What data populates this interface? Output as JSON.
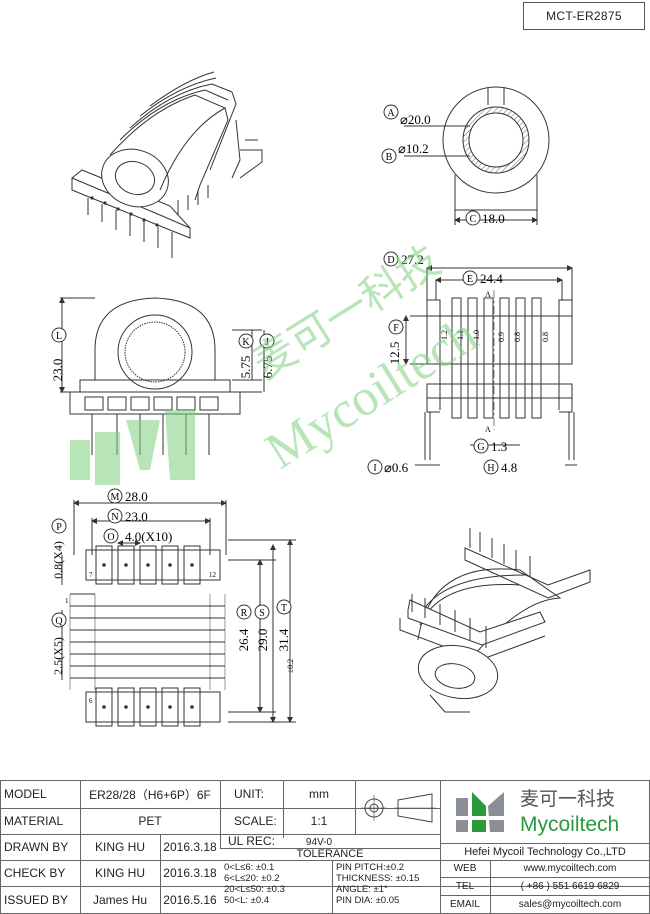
{
  "part_code": "MCT-ER2875",
  "labels": {
    "A": "A",
    "A_val": "⌀20.0",
    "B": "B",
    "B_val": "⌀10.2",
    "C": "C",
    "C_val": "18.0",
    "D": "D",
    "D_val": "27.2",
    "E": "E",
    "E_val": "24.4",
    "F": "F",
    "F_val": "12.5",
    "G": "G",
    "G_val": "1.3",
    "H": "H",
    "H_val": "4.8",
    "I": "I",
    "I_val": "⌀0.6",
    "J": "J",
    "J_val": "6.75",
    "K": "K",
    "K_val": "5.75",
    "L": "L",
    "L_val": "23.0",
    "M": "M",
    "M_val": "28.0",
    "N": "N",
    "N_val": "23.0",
    "O": "O",
    "O_val": "4.0(X10)",
    "P": "P",
    "P_val": "0.8(X4)",
    "Q": "Q",
    "Q_val": "2.5(X5)",
    "R": "R",
    "R_val": "26.4",
    "S": "S",
    "S_val": "29.0",
    "T": "T",
    "T_val": "31.4",
    "T_tol": "±0.2",
    "slot_1": "1.2",
    "slot_2": "1.1",
    "slot_3": "1.0",
    "slot_4": "0.9",
    "slot_5": "0.8",
    "slot_6": "0.8",
    "section_a": "A",
    "section_a2": "A",
    "pin_7": "7",
    "pin_12": "12",
    "pin_1": "1",
    "pin_6": "6"
  },
  "title_block": {
    "model_label": "MODEL",
    "model_value": "ER28/28（H6+6P）6F",
    "material_label": "MATERIAL",
    "material_value": "PET",
    "drawn_label": "DRAWN BY",
    "drawn_name": "KING HU",
    "drawn_date": "2016.3.18",
    "check_label": "CHECK BY",
    "check_name": "KING HU",
    "check_date": "2016.3.18",
    "issued_label": "ISSUED BY",
    "issued_name": "James Hu",
    "issued_date": "2016.5.16",
    "unit_label": "UNIT:",
    "unit_value": "mm",
    "scale_label": "SCALE:",
    "scale_value": "1:1",
    "ulrec_label": "UL REC:",
    "ulrec_value": "94V-0",
    "tolerance_label": "TOLERANCE",
    "tol_1": "0<L≤6:  ±0.1",
    "tol_2": "6<L≤20: ±0.2",
    "tol_3": "20<L≤50: ±0.3",
    "tol_4": "50<L:  ±0.4",
    "tol_5": "PIN PITCH:±0.2",
    "tol_6": "THICKNESS: ±0.15",
    "tol_7": "ANGLE: ±1°",
    "tol_8": "PIN DIA: ±0.05",
    "brand_cn": "麦可一科技",
    "brand_en": "Mycoiltech",
    "company": "Hefei Mycoil Technology Co.,LTD",
    "web_label": "WEB",
    "web_value": "www.mycoiltech.com",
    "tel_label": "TEL",
    "tel_value": "( +86 ) 551 6619 6829",
    "email_label": "EMAIL",
    "email_value": "sales@mycoiltech.com"
  },
  "watermark": {
    "cn": "麦可一科技",
    "en": "Mycoiltech"
  },
  "colors": {
    "line": "#333333",
    "watermark": "#7fd07f",
    "brand_green": "#2a9a3c",
    "brand_gray": "#8a8f96"
  }
}
